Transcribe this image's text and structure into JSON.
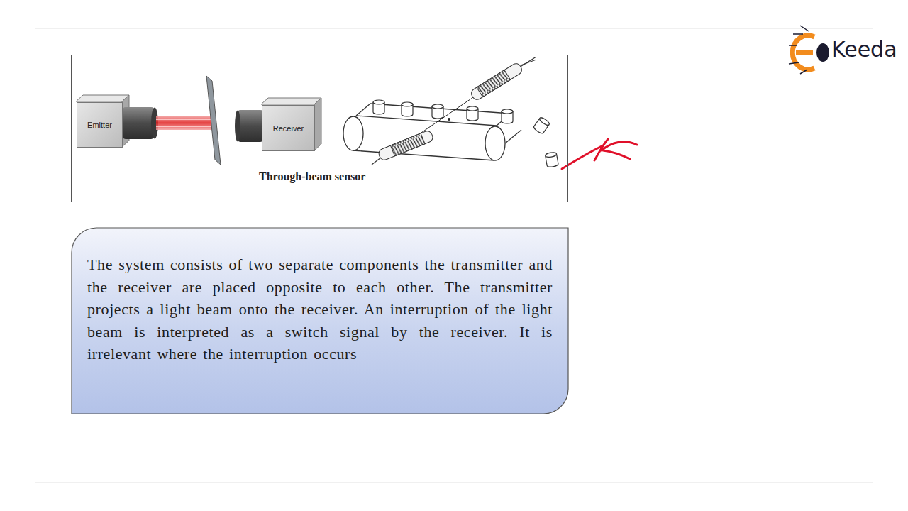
{
  "diagram": {
    "nodes": [
      {
        "text": [
          "Through-beam sensor"
        ]
      },
      {
        "text": [
          "Emitter"
        ],
        "in": 0
      },
      {
        "text": [
          "Receiver"
        ],
        "in": 0
      },
      {
        "text": [
          "The system consists of two separate components the transmitter and the receiver are placed opposite to each other. The transmitter projects a light beam onto the receiver. An interruption of the light beam is interpreted as a switch signal by the receiver. It is irrelevant where the interruption occurs"
        ]
      }
    ],
    "labels": [
      "Keeda"
    ]
  }
}
